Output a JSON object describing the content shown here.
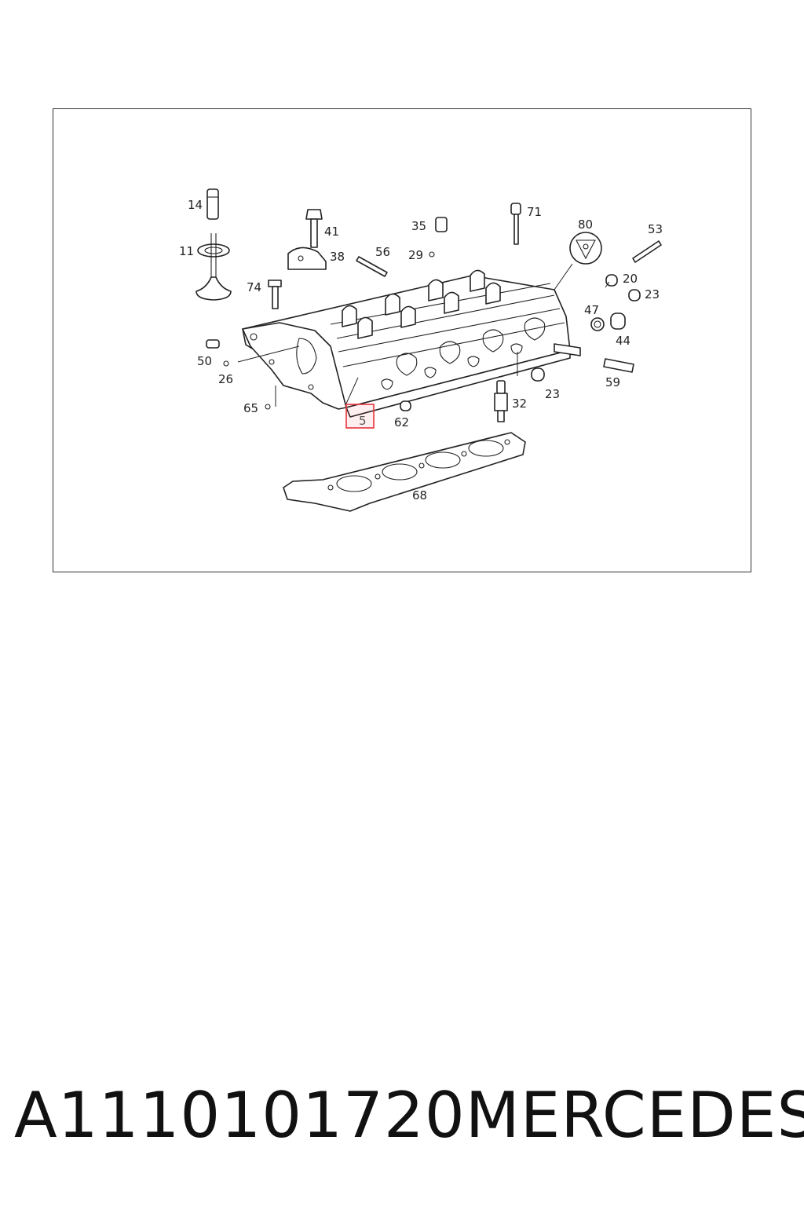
{
  "diagram": {
    "labels": {
      "p5": "5",
      "p11": "11",
      "p14": "14",
      "p20": "20",
      "p23a": "23",
      "p23b": "23",
      "p26": "26",
      "p29": "29",
      "p32": "32",
      "p35": "35",
      "p38": "38",
      "p41": "41",
      "p44": "44",
      "p47": "47",
      "p50": "50",
      "p53": "53",
      "p56": "56",
      "p59": "59",
      "p62": "62",
      "p65": "65",
      "p68": "68",
      "p71": "71",
      "p74": "74",
      "p80": "80"
    },
    "highlight_color": "#e8323a"
  },
  "footer": {
    "part_number": "A1110101720",
    "brand": "MERCEDES"
  }
}
